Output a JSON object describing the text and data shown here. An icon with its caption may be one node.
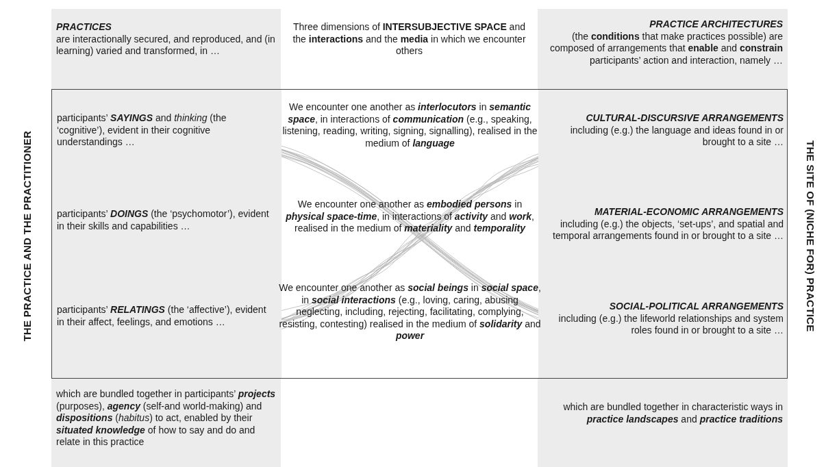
{
  "diagram": {
    "nodes": [
      {
        "text": [
          "PRACTICES",
          "are interactionally secured, and reproduced, and (in learning) varied and transformed, in …"
        ]
      },
      {
        "text": [
          "Three dimensions of **INTERSUBJECTIVE SPACE** and the **interactions** and the **media** in which we encounter others"
        ]
      },
      {
        "text": [
          "PRACTICE ARCHITECTURES",
          "(the **conditions** that make practices possible) are composed of arrangements that **enable** and **constrain** participants’ action and interaction, namely …"
        ]
      },
      {
        "text": [],
        "shape": "box"
      },
      {
        "text": [
          "participants’ **SAYINGS** and *thinking* (the ‘cognitive’), evident in their cognitive understandings …"
        ],
        "in": 3
      },
      {
        "text": [
          "participants’ **DOINGS** (the ‘psychomotor’), evident in their skills and capabilities …"
        ],
        "in": 3
      },
      {
        "text": [
          "participants’ **RELATINGS** (the ‘affective’), evident in their affect, feelings, and emotions …"
        ],
        "in": 3
      },
      {
        "text": [
          "We encounter one another as **interlocutors** in **semantic space**, in interactions of **communication** (e.g., speaking, listening, reading, writing, signing, signalling), realised in the medium of **language**"
        ],
        "in": 3
      },
      {
        "text": [
          "We encounter one another as **embodied persons** in **physical space-time**, in interactions of **activity** and **work**, realised in the medium of **materiality** and **temporality**"
        ],
        "in": 3
      },
      {
        "text": [
          "We encounter one another as **social beings** in **social space**, in **social interactions** (e.g., loving, caring, abusing neglecting, including, rejecting, facilitating, complying, resisting, contesting) realised in the medium of **solidarity** and **power**"
        ],
        "in": 3
      },
      {
        "text": [
          "CULTURAL-DISCURSIVE ARRANGEMENTS",
          "including (e.g.) the language and ideas found in or brought to a site …"
        ],
        "in": 3
      },
      {
        "text": [
          "MATERIAL-ECONOMIC ARRANGEMENTS",
          "including (e.g.) the objects, ‘set-ups’, and spatial and temporal arrangements found in or brought to a site …"
        ],
        "in": 3
      },
      {
        "text": [
          "SOCIAL-POLITICAL ARRANGEMENTS",
          "including (e.g.) the lifeworld relationships and system roles found in or brought to a site …"
        ],
        "in": 3
      },
      {
        "text": [
          "which are bundled together in participants’ **projects** (purposes), **agency** (self-and world-making) and **dispositions** (*habitus*) to act, enabled by their **situated knowledge** of how to say and do and relate in this practice"
        ]
      },
      {
        "text": [
          "which are bundled together in characteristic ways in **practice landscapes** and **practice traditions**"
        ]
      }
    ],
    "labels": [
      "THE PRACTICE AND THE PRACTITIONER",
      "THE SITE OF (NICHE FOR) PRACTICE"
    ]
  }
}
